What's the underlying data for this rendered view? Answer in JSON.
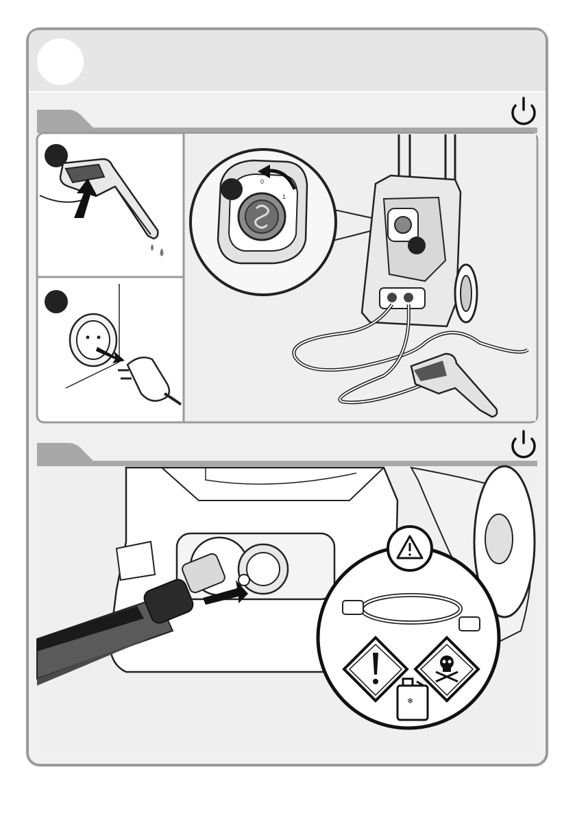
{
  "document": {
    "type": "instruction-manual-page",
    "step_markers": [],
    "sections": [
      {
        "id": "top",
        "icon": "power-icon"
      },
      {
        "id": "bottom",
        "icon": "power-icon"
      }
    ]
  },
  "dial": {
    "position_labels": [
      "0",
      "1"
    ]
  },
  "warnings": {
    "icons": [
      "warning-triangle-icon",
      "hose-icon",
      "exclamation-hazard-diamond-icon",
      "skull-crossbones-diamond-icon",
      "antifreeze-canister-icon"
    ]
  },
  "colors": {
    "frame": "#9a9a9a",
    "panel_bg": "#efefef",
    "header_band": "#e6e6e6",
    "tab": "#a8a8a8",
    "ink": "#1a1a1a",
    "marker": "#222222"
  }
}
